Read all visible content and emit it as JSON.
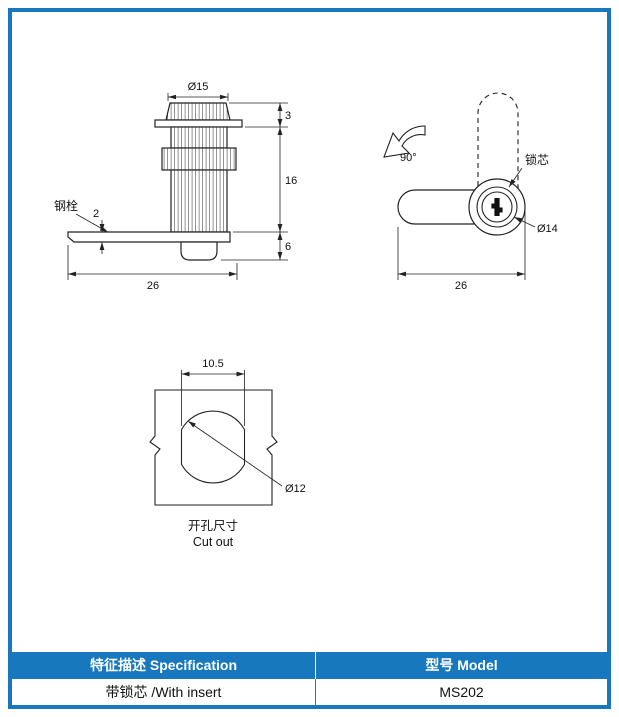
{
  "drawing": {
    "front_view": {
      "dim_head_diameter": "Ø15",
      "dim_head_height": "3",
      "dim_body_length": "16",
      "dim_bar_thickness": "2",
      "dim_cam_offset": "6",
      "dim_total_length": "26",
      "label_steel_bolt": "钢栓"
    },
    "side_view": {
      "rotation_angle": "90°",
      "label_lock_core": "锁芯",
      "dim_face_diameter": "Ø14",
      "dim_cam_length": "26"
    },
    "cutout_view": {
      "dim_across_flats": "10.5",
      "dim_hole_diameter": "Ø12",
      "caption_cn": "开孔尺寸",
      "caption_en": "Cut out"
    }
  },
  "table": {
    "headers": [
      {
        "label": "特征描述 Specification"
      },
      {
        "label": "型号 Model"
      }
    ],
    "rows": [
      {
        "spec": "带锁芯 /With insert",
        "model": "MS202"
      }
    ]
  },
  "colors": {
    "accent_blue": "#1878be"
  }
}
